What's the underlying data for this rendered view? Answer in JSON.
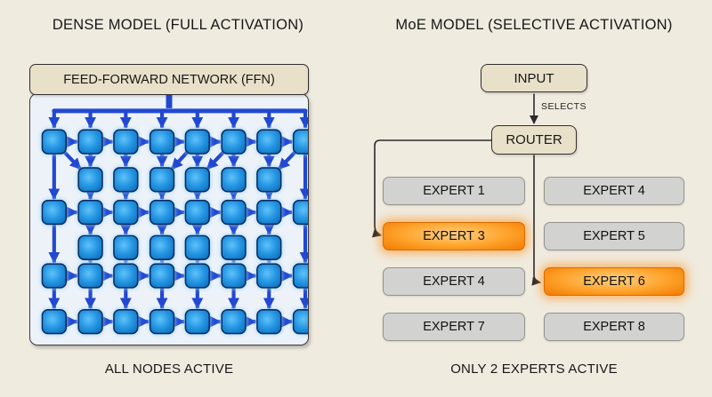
{
  "left_panel": {
    "title": "DENSE MODEL (FULL ACTIVATION)",
    "ffn_label": "FEED-FORWARD NETWORK (FFN)",
    "caption": "ALL NODES ACTIVE",
    "network": {
      "columns": 8,
      "node_rows": [
        {
          "cols": [
            0,
            1,
            2,
            3,
            4,
            5,
            6,
            7
          ]
        },
        {
          "cols": [
            1,
            2,
            3,
            4,
            5,
            6
          ]
        },
        {
          "cols": [
            0,
            1,
            2,
            3,
            4,
            5,
            6,
            7
          ]
        },
        {
          "cols": [
            1,
            2,
            3,
            4,
            5,
            6
          ]
        },
        {
          "cols": [
            0,
            1,
            2,
            3,
            4,
            5,
            6,
            7
          ]
        },
        {
          "cols": [
            0,
            1,
            2,
            3,
            4,
            5,
            6,
            7
          ]
        }
      ]
    }
  },
  "right_panel": {
    "title": "MoE MODEL (SELECTIVE ACTIVATION)",
    "input_label": "INPUT",
    "selects_label": "SELECTS",
    "router_label": "ROUTER",
    "experts": [
      {
        "label": "EXPERT 1",
        "active": false
      },
      {
        "label": "EXPERT 4",
        "active": false
      },
      {
        "label": "EXPERT 3",
        "active": true
      },
      {
        "label": "EXPERT 5",
        "active": false
      },
      {
        "label": "EXPERT 4",
        "active": false
      },
      {
        "label": "EXPERT 6",
        "active": true
      },
      {
        "label": "EXPERT 7",
        "active": false
      },
      {
        "label": "EXPERT 8",
        "active": false
      }
    ],
    "caption": "ONLY 2 EXPERTS ACTIVE"
  },
  "colors": {
    "background": "#f0ebdf",
    "box_tan": "#e9e0c9",
    "box_tan_border": "#2e2e2e",
    "expert_gray": "#d2d2d0",
    "expert_gray_border": "#94948f",
    "expert_active_orange": "#f98c00",
    "expert_active_glow": "#ffa733",
    "panel_bg": "#edf2f9",
    "node_blue": "#2596e4",
    "node_border": "#0e2c5e",
    "node_glow": "#8ed2fb",
    "arrow_blue": "#2148d2",
    "line_dark": "#2b2b2b"
  }
}
